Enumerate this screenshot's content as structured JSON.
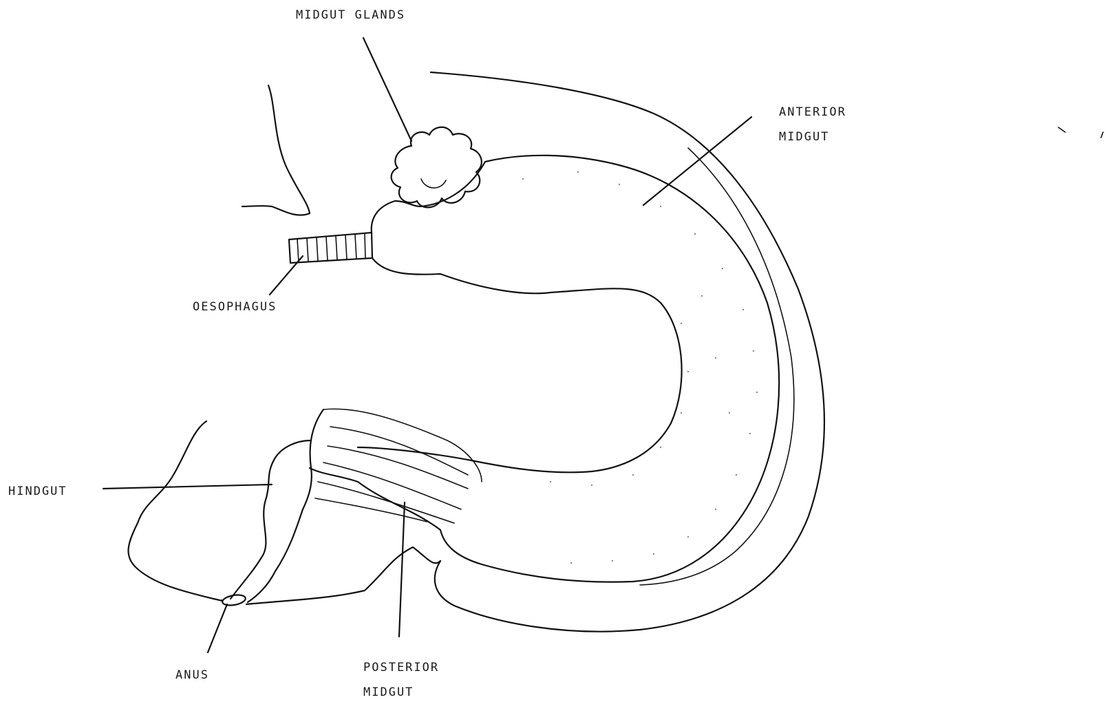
{
  "labels": {
    "midgut_glands": "MIDGUT GLANDS",
    "anterior_midgut_line1": "ANTERIOR",
    "anterior_midgut_line2": "MIDGUT",
    "oesophagus": "OESOPHAGUS",
    "hindgut": "HINDGUT",
    "anus": "ANUS",
    "posterior_midgut_line1": "POSTERIOR",
    "posterior_midgut_line2": "MIDGUT"
  }
}
